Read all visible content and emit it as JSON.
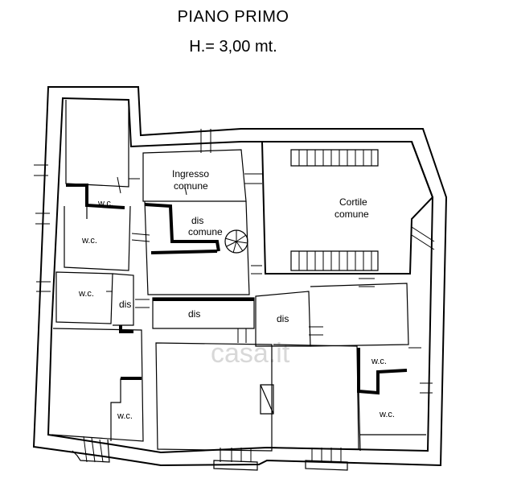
{
  "plan": {
    "title": "PIANO PRIMO",
    "height": "H.= 3,00 mt."
  },
  "rooms": {
    "ingresso_1": "Ingresso",
    "ingresso_2": "comune",
    "cortile_1": "Cortile",
    "cortile_2": "comune",
    "dis_comune_1": "dis",
    "dis_comune_2": "comune",
    "wc_1": "w.c.",
    "wc_2": "w.c.",
    "wc_3": "w.c.",
    "wc_4": "w.c.",
    "wc_5": "w.c.",
    "wc_6": "w.c.",
    "dis_1": "dis",
    "dis_2": "dis",
    "dis_3": "dis"
  },
  "watermark": {
    "text": "casa.it"
  }
}
